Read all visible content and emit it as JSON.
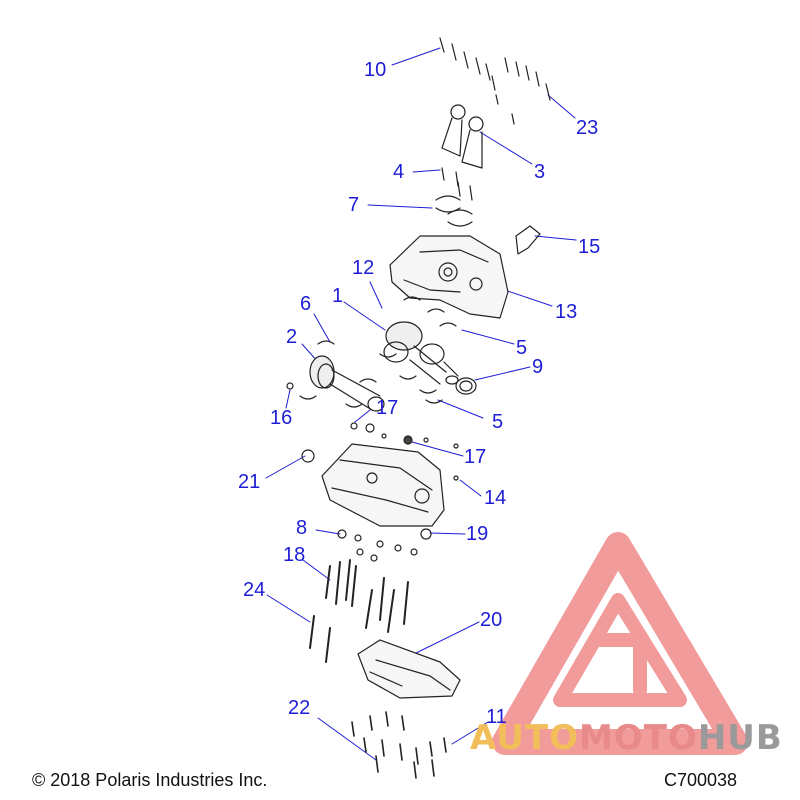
{
  "footer": {
    "copyright": "© 2018 Polaris Industries Inc.",
    "part_code": "C700038"
  },
  "watermark": {
    "word_a": "AUTO",
    "word_b": "MOTO",
    "word_c": "HUB",
    "colors": {
      "auto": "#f2be5a",
      "moto": "#e88a8a",
      "hub": "#9a9a9a",
      "logo": "#ee7a7a"
    }
  },
  "callout_color": "#1d1dd6",
  "callouts": {
    "c10": "10",
    "c23": "23",
    "c4": "4",
    "c3": "3",
    "c7": "7",
    "c15": "15",
    "c12": "12",
    "c1": "1",
    "c6": "6",
    "c13": "13",
    "c5a": "5",
    "c2": "2",
    "c9": "9",
    "c16": "16",
    "c17a": "17",
    "c5b": "5",
    "c17b": "17",
    "c21": "21",
    "c14": "14",
    "c8": "8",
    "c19": "19",
    "c18": "18",
    "c24": "24",
    "c20": "20",
    "c22": "22",
    "c11": "11"
  }
}
